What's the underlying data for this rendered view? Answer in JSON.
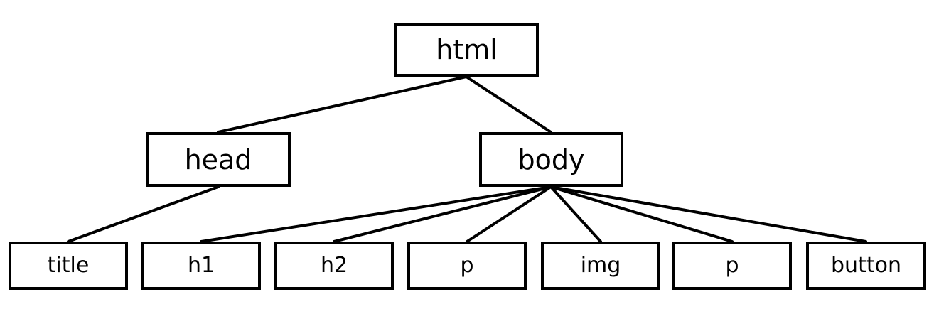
{
  "tree": {
    "root": "html",
    "head": "head",
    "body": "body",
    "head_children": [
      "title"
    ],
    "body_children": [
      "h1",
      "h2",
      "p",
      "img",
      "p",
      "button"
    ]
  },
  "edges": [
    [
      "html",
      "head"
    ],
    [
      "html",
      "body"
    ],
    [
      "head",
      "title"
    ],
    [
      "body",
      "h1"
    ],
    [
      "body",
      "h2"
    ],
    [
      "body",
      "p"
    ],
    [
      "body",
      "img"
    ],
    [
      "body",
      "p"
    ],
    [
      "body",
      "button"
    ]
  ],
  "colors": {
    "stroke": "#000000",
    "background": "#ffffff"
  }
}
